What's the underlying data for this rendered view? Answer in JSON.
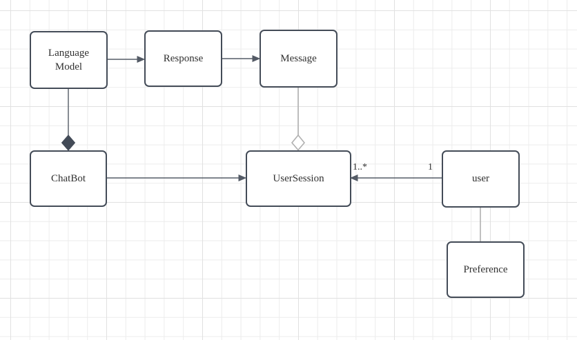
{
  "diagram": {
    "nodes": {
      "language_model": {
        "label": "Language Model"
      },
      "response": {
        "label": "Response"
      },
      "message": {
        "label": "Message"
      },
      "chatbot": {
        "label": "ChatBot"
      },
      "user_session": {
        "label": "UserSession"
      },
      "user": {
        "label": "user"
      },
      "preference": {
        "label": "Preference"
      }
    },
    "edges": [
      {
        "from": "Language Model",
        "to": "Response",
        "type": "directed-arrow"
      },
      {
        "from": "Response",
        "to": "Message",
        "type": "directed-arrow"
      },
      {
        "from": "Language Model",
        "to": "ChatBot",
        "type": "composition-filled-diamond"
      },
      {
        "from": "Message",
        "to": "UserSession",
        "type": "aggregation-hollow-diamond"
      },
      {
        "from": "ChatBot",
        "to": "UserSession",
        "type": "directed-arrow"
      },
      {
        "from": "user",
        "to": "UserSession",
        "type": "directed-arrow",
        "label_near_user_session": "1..*",
        "label_near_user": "1"
      },
      {
        "from": "user",
        "to": "Preference",
        "type": "plain-line"
      }
    ],
    "colors": {
      "canvas_background": "#ffffff",
      "grid_minor": "#ececec",
      "grid_major": "#e1e1e1",
      "node_fill": "#ffffff",
      "node_border": "#434b57",
      "connector_dark": "#545b66",
      "connector_light": "#b0b0b0",
      "text": "#303030"
    }
  }
}
